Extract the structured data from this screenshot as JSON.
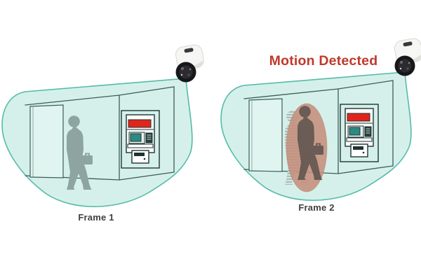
{
  "diagram": {
    "alert": {
      "label": "Motion Detected",
      "color": "#c0392b"
    },
    "frames": [
      {
        "label": "Frame 1"
      },
      {
        "label": "Frame 2"
      }
    ]
  },
  "colors": {
    "background": "#ffffff",
    "cone_fill": "#d5f0ea",
    "cone_stroke": "#54bbaa",
    "room_line": "#3d5c57",
    "door_fill": "#e0f5f0",
    "silhouette": "#8da49f",
    "ghost_silhouette": "#9db3ae",
    "ghost_stripe": "#dff2ee",
    "person_dark": "#5b524c",
    "motion_ellipse": "#c68f7c",
    "atm_body": "#fbfdfc",
    "atm_red": "#e2251b",
    "atm_screen": "#2a8b82",
    "atm_keypad": "#20403d",
    "camera_body": "#f6f6f4",
    "camera_lens": "#17171a",
    "label_color": "#3f3f3f"
  }
}
